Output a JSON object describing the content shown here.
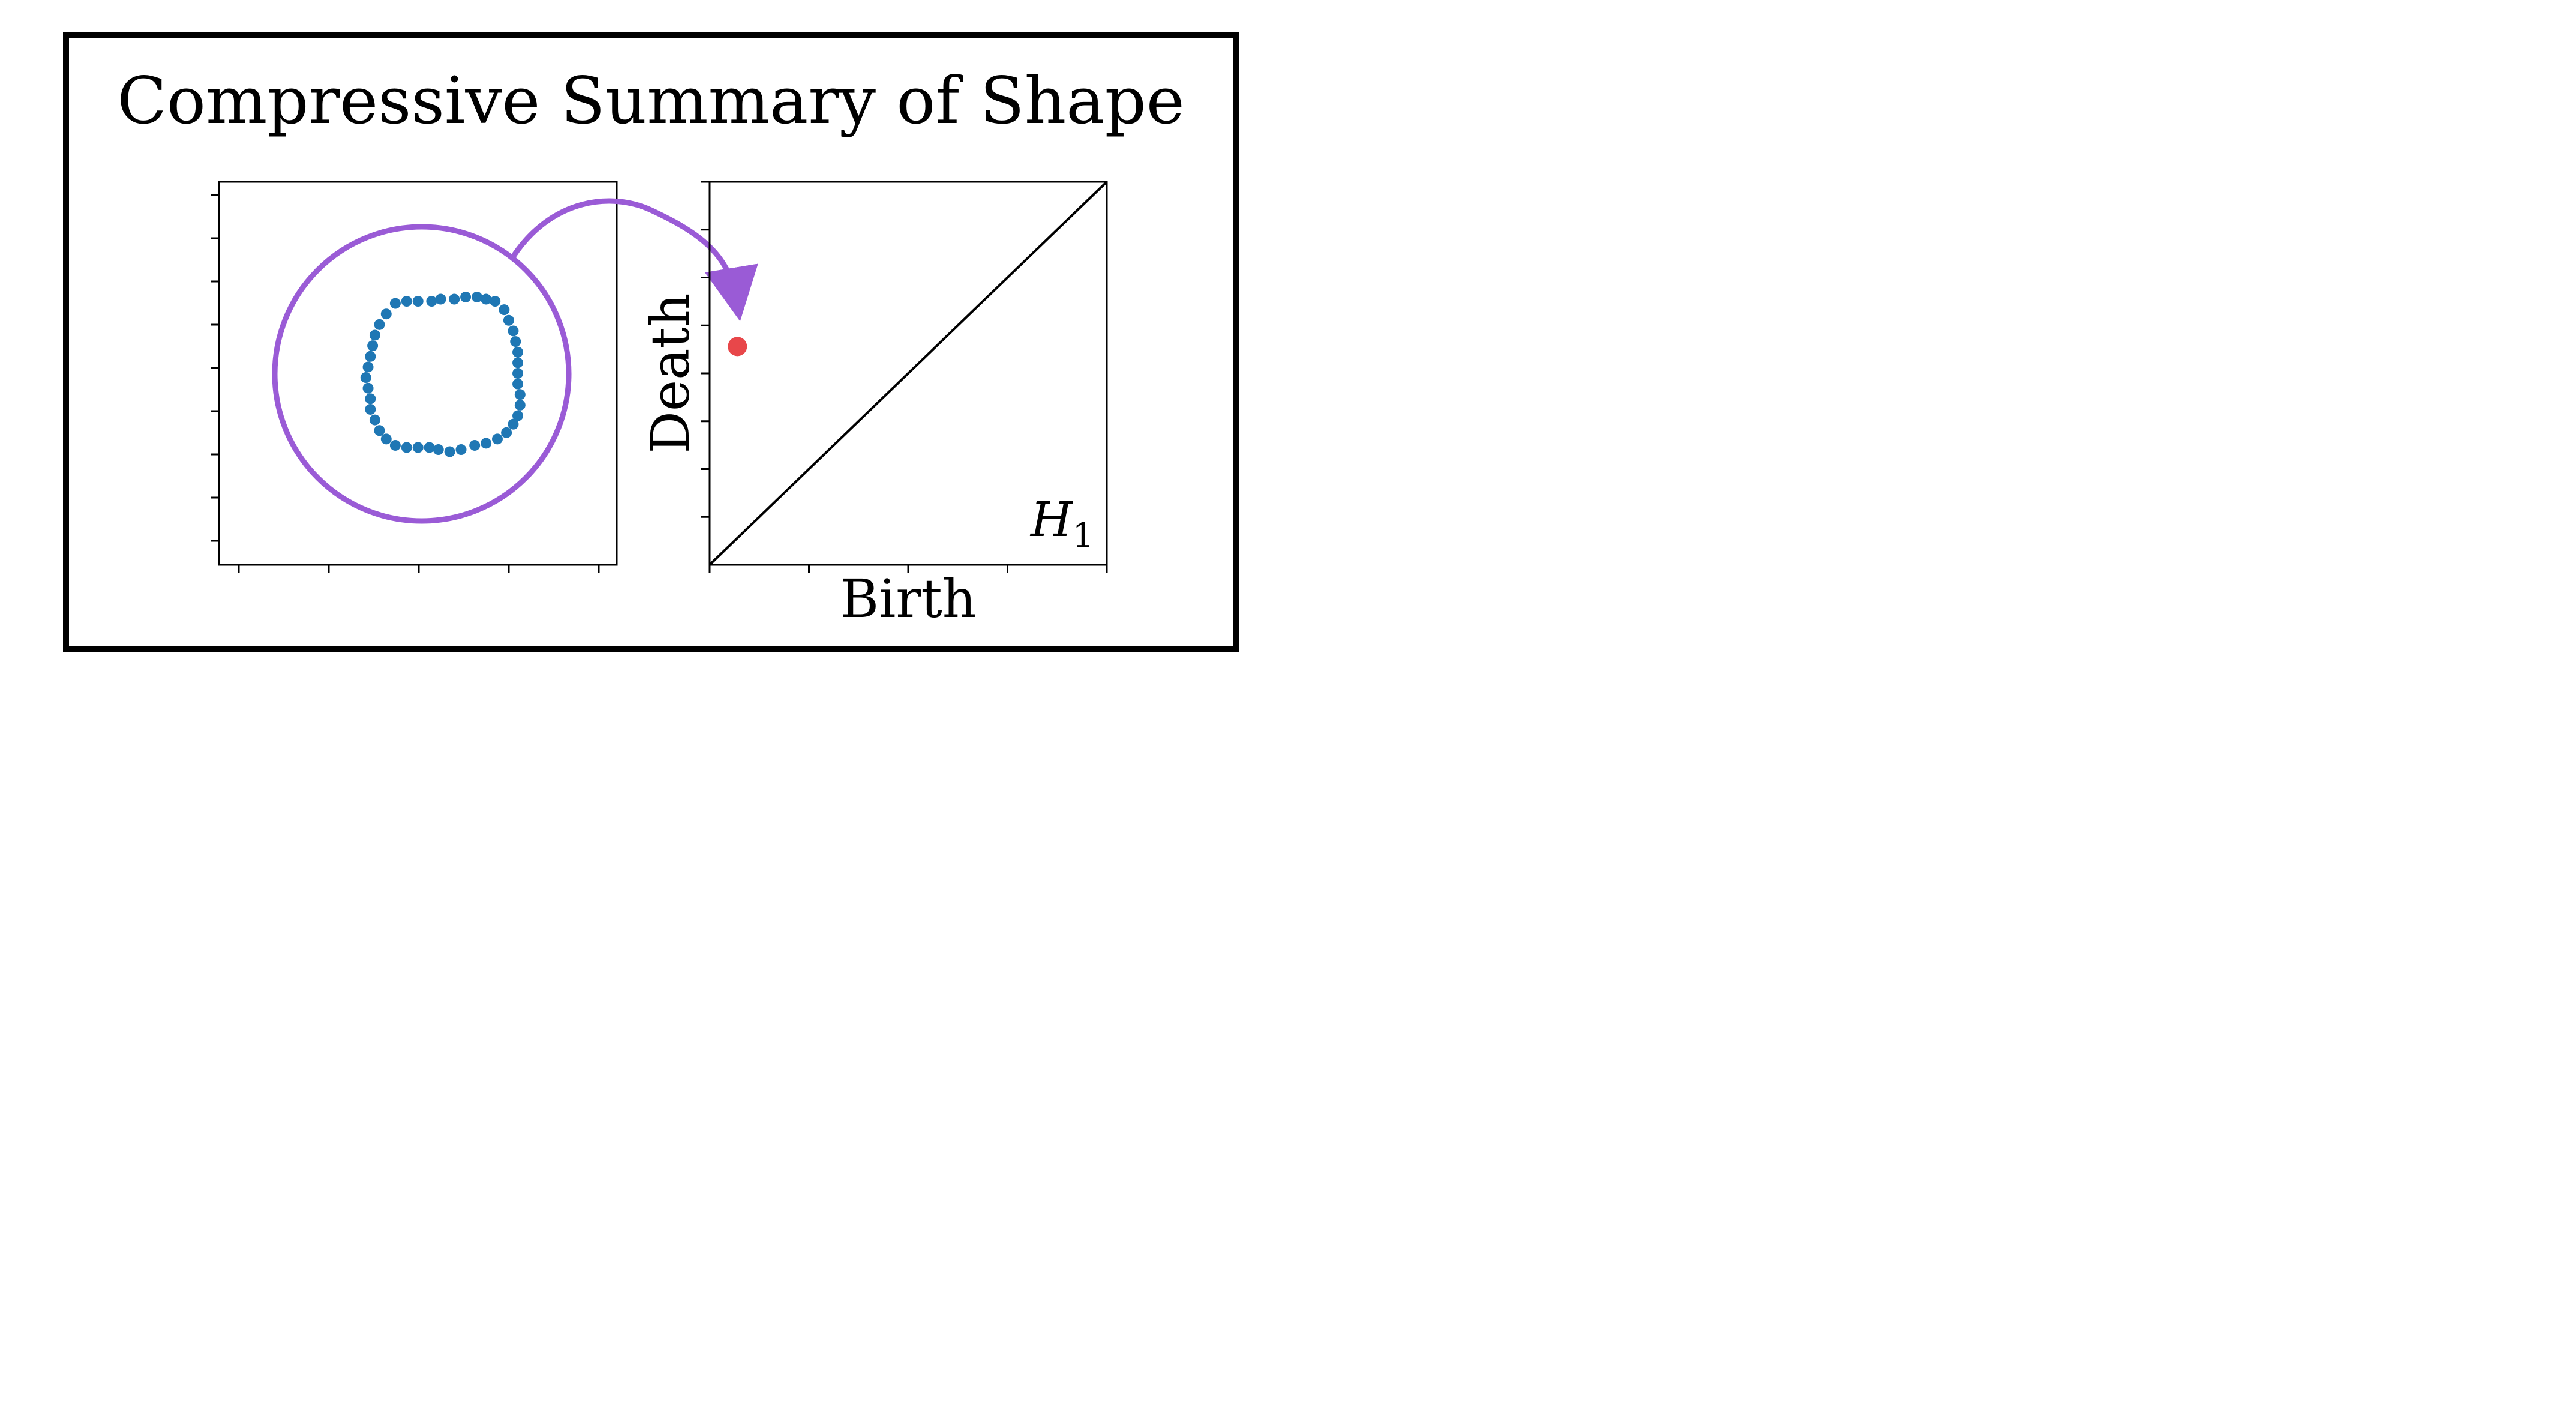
{
  "title": "Compressive Summary of Shape",
  "colors": {
    "border": "#000000",
    "point_cloud": "#1f77b4",
    "highlight_circle": "#9a5bd6",
    "arrow": "#9a5bd6",
    "persistence_point": "#e8474a",
    "diagonal": "#000000"
  },
  "point_cloud_panel": {
    "description_icon": "point-cloud-loop",
    "points": [
      [
        0.3,
        0.33
      ],
      [
        0.35,
        0.34
      ],
      [
        0.4,
        0.34
      ],
      [
        0.46,
        0.34
      ],
      [
        0.5,
        0.35
      ],
      [
        0.56,
        0.35
      ],
      [
        0.61,
        0.36
      ],
      [
        0.66,
        0.36
      ],
      [
        0.7,
        0.35
      ],
      [
        0.74,
        0.34
      ],
      [
        0.78,
        0.3
      ],
      [
        0.8,
        0.25
      ],
      [
        0.82,
        0.2
      ],
      [
        0.83,
        0.15
      ],
      [
        0.84,
        0.1
      ],
      [
        0.84,
        0.05
      ],
      [
        0.84,
        0.0
      ],
      [
        0.84,
        -0.05
      ],
      [
        0.85,
        -0.1
      ],
      [
        0.85,
        -0.15
      ],
      [
        0.84,
        -0.2
      ],
      [
        0.82,
        -0.24
      ],
      [
        0.79,
        -0.28
      ],
      [
        0.75,
        -0.31
      ],
      [
        0.7,
        -0.33
      ],
      [
        0.65,
        -0.34
      ],
      [
        0.59,
        -0.36
      ],
      [
        0.54,
        -0.37
      ],
      [
        0.49,
        -0.36
      ],
      [
        0.45,
        -0.35
      ],
      [
        0.4,
        -0.35
      ],
      [
        0.35,
        -0.35
      ],
      [
        0.3,
        -0.34
      ],
      [
        0.26,
        -0.31
      ],
      [
        0.23,
        -0.27
      ],
      [
        0.21,
        -0.22
      ],
      [
        0.19,
        -0.17
      ],
      [
        0.19,
        -0.12
      ],
      [
        0.18,
        -0.07
      ],
      [
        0.17,
        -0.02
      ],
      [
        0.18,
        0.03
      ],
      [
        0.19,
        0.08
      ],
      [
        0.2,
        0.13
      ],
      [
        0.21,
        0.18
      ],
      [
        0.23,
        0.23
      ],
      [
        0.26,
        0.28
      ]
    ]
  },
  "persistence_diagram": {
    "xlabel": "Birth",
    "ylabel": "Death",
    "homology_label": "H",
    "homology_sub": "1",
    "points": [
      {
        "birth": 0.07,
        "death": 0.57
      }
    ]
  }
}
